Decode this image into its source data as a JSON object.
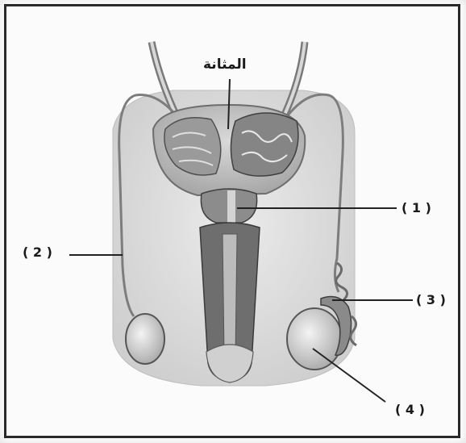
{
  "labels": {
    "bladder": "المثانة",
    "l1": "( 1 )",
    "l2": "( 2 )",
    "l3": "( 3 )",
    "l4": "( 4 )"
  }
}
